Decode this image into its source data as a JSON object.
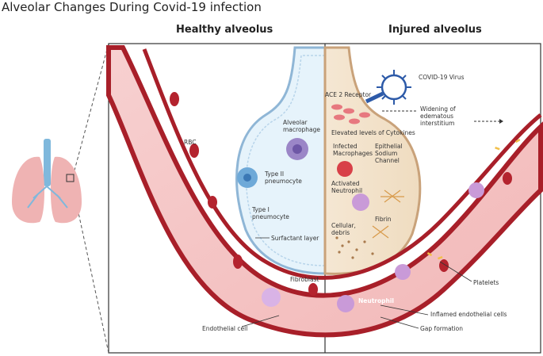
{
  "title": "Alveolar Changes During Covid-19 infection",
  "headers": {
    "healthy": "Healthy alveolus",
    "injured": "Injured alveolus"
  },
  "labels": {
    "rbc": "RBC",
    "alveolar_macrophage": "Alveolar macrophage",
    "type2": "Type II pneumocyte",
    "type1": "Type I pneumocyte",
    "surfactant": "Surfactant layer",
    "fibroblast": "Fibroblast",
    "endothelial_cell": "Endothelial cell",
    "covid_virus": "COVID-19 Virus",
    "ace2": "ACE 2 Receptor",
    "widening": "Widening of edematous interstitium",
    "cytokines": "Elevated levels of Cytokines",
    "infected_macrophages": "Infected Macrophages",
    "sodium_channel": "Epithelial Sodium Channel",
    "activated_neutrophil": "Activated Neutrophil",
    "fibrin": "Fibrin",
    "cellular_debris": "Cellular, debris",
    "neutrophil": "Neutrophil",
    "platelets": "Platelets",
    "inflamed_endothelial": "Inflamed endothelial cells",
    "gap_formation": "Gap formation"
  },
  "colors": {
    "vessel_red": "#b0222c",
    "vessel_light": "#f6c9c9",
    "healthy_alveolus": "#e8f4fb",
    "injured_alveolus": "#f3e3cc",
    "frame": "#333333"
  }
}
